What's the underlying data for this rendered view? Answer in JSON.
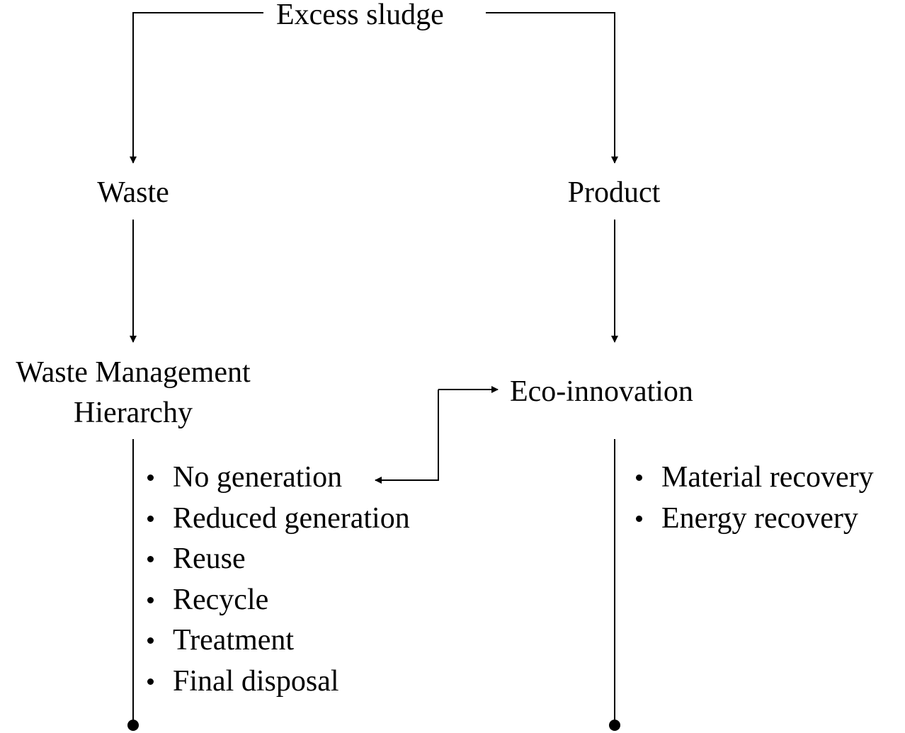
{
  "nodes": {
    "root": "Excess sludge",
    "waste": "Waste",
    "product": "Product",
    "wmh_line1": "Waste Management",
    "wmh_line2": "Hierarchy",
    "eco": "Eco-innovation"
  },
  "waste_hierarchy_items": [
    "No generation",
    "Reduced generation",
    "Reuse",
    "Recycle",
    "Treatment",
    "Final disposal"
  ],
  "eco_innovation_items": [
    "Material recovery",
    "Energy recovery"
  ]
}
